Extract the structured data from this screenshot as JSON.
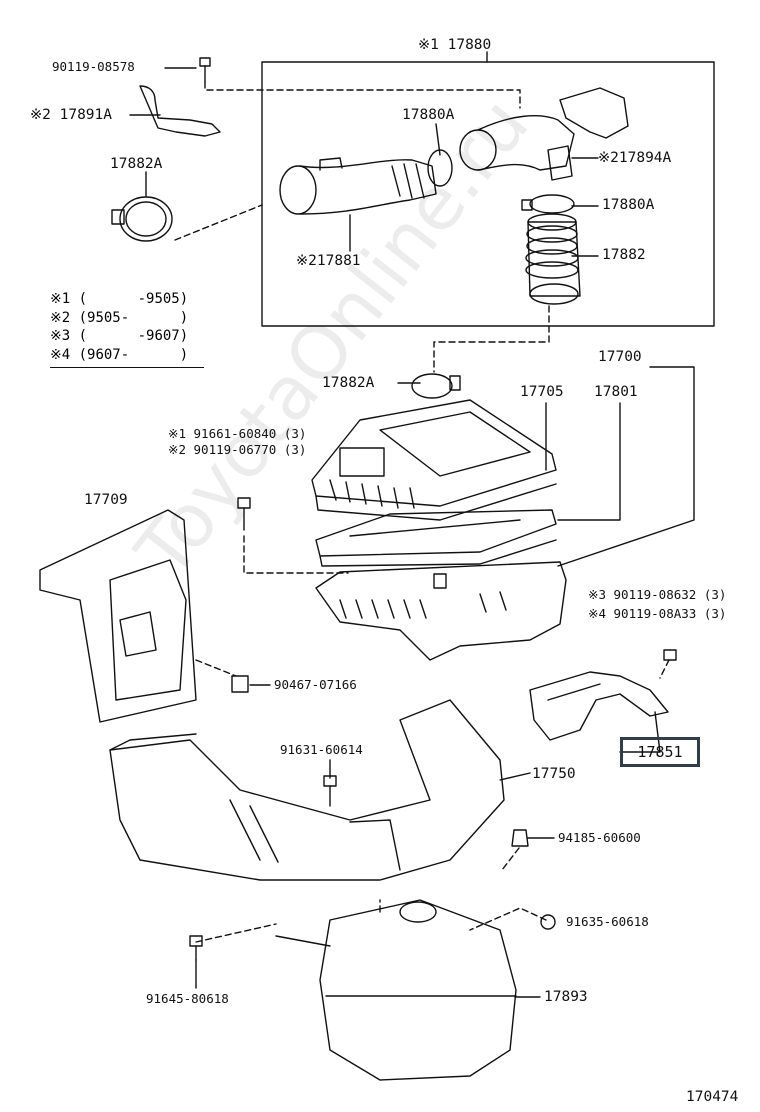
{
  "labels": {
    "p17880": "※1 17880",
    "p90119_08578": "90119-08578",
    "p17891A": "※2 17891A",
    "p17880A_top": "17880A",
    "p17894A": "※217894A",
    "p17882A_top": "17882A",
    "p17880A_right": "17880A",
    "p17882": "17882",
    "p17881": "※217881",
    "p17700": "17700",
    "p17882A_mid": "17882A",
    "p17705": "17705",
    "p17801": "17801",
    "p91661": "※1 91661-60840 (3)",
    "p90119_06770": "※2 90119-06770 (3)",
    "p17709": "17709",
    "p90119_08632": "※3 90119-08632 (3)",
    "p90119_08A33": "※4 90119-08A33 (3)",
    "p90467": "90467-07166",
    "p17851": "17851",
    "p91631": "91631-60614",
    "p17750": "17750",
    "p94185": "94185-60600",
    "p91635": "91635-60618",
    "p17893": "17893",
    "p91645": "91645-80618",
    "diagram_number": "170474"
  },
  "legend": [
    "※1 (      -9505)",
    "※2 (9505-      )",
    "※3 (      -9607)",
    "※4 (9607-      )"
  ],
  "watermark": "ToyotaOnline.ru",
  "highlight_color": "#2e3e4a"
}
